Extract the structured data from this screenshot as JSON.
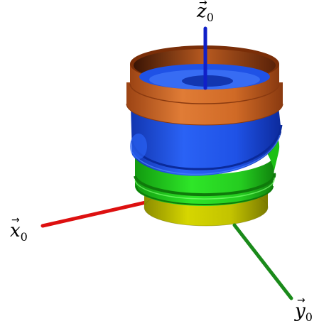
{
  "colors": {
    "orange": "#d8742e",
    "orange_dark": "#8a3a10",
    "orange_light": "#f3a070",
    "blue": "#1f52e6",
    "blue_dark": "#0a2a9a",
    "blue_light": "#4f86ff",
    "green": "#23d11d",
    "green_dark": "#0f7a0b",
    "green_light": "#7cff6f",
    "yellow": "#cfcf00",
    "yellow_dark": "#7b7b00",
    "x_axis": "#dd1010",
    "y_axis": "#1a8a1a",
    "z_axis": "#1020c8"
  },
  "axes": {
    "x": {
      "base": "x",
      "sub": "0"
    },
    "y": {
      "base": "y",
      "sub": "0"
    },
    "z": {
      "base": "z",
      "sub": "0"
    }
  },
  "arrow_symbol": "→"
}
